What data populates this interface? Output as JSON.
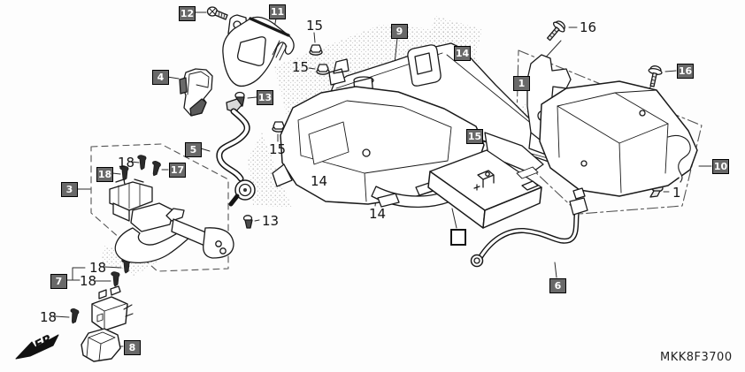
{
  "footer": {
    "diagram_code": "MKK8F3700"
  },
  "orientation": {
    "front_label": "FR."
  },
  "colors": {
    "callout_box": "#696969",
    "line_art": "#1a1a1a",
    "background": "#fdfdfd"
  },
  "callouts": [
    {
      "text": "12",
      "style": "boxed"
    },
    {
      "text": "11",
      "style": "boxed"
    },
    {
      "text": "4",
      "style": "boxed"
    },
    {
      "text": "13",
      "style": "boxed"
    },
    {
      "text": "15",
      "style": "plain"
    },
    {
      "text": "15",
      "style": "plain"
    },
    {
      "text": "9",
      "style": "boxed"
    },
    {
      "text": "14",
      "style": "boxed"
    },
    {
      "text": "16",
      "style": "plain"
    },
    {
      "text": "1",
      "style": "boxed"
    },
    {
      "text": "16",
      "style": "boxed"
    },
    {
      "text": "10",
      "style": "boxed"
    },
    {
      "text": "15",
      "style": "boxed"
    },
    {
      "text": "15",
      "style": "plain"
    },
    {
      "text": "14",
      "style": "plain"
    },
    {
      "text": "14",
      "style": "plain"
    },
    {
      "text": "3",
      "style": "boxed"
    },
    {
      "text": "18",
      "style": "plain"
    },
    {
      "text": "18",
      "style": "boxed"
    },
    {
      "text": "17",
      "style": "boxed"
    },
    {
      "text": "5",
      "style": "boxed"
    },
    {
      "text": "13",
      "style": "plain"
    },
    {
      "text": "7",
      "style": "boxed"
    },
    {
      "text": "18",
      "style": "plain"
    },
    {
      "text": "18",
      "style": "plain"
    },
    {
      "text": "18",
      "style": "plain"
    },
    {
      "text": "8",
      "style": "boxed"
    },
    {
      "text": "6",
      "style": "boxed"
    },
    {
      "text": "1",
      "style": "plain"
    },
    {
      "text": "",
      "style": "empty-box"
    }
  ]
}
